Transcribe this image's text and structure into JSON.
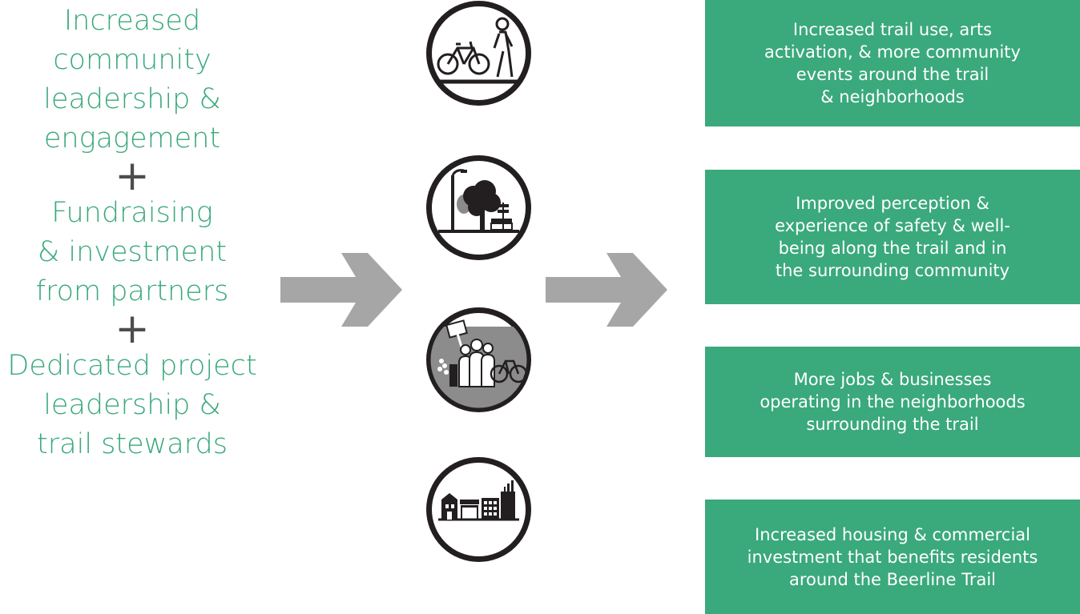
{
  "inputs": {
    "item1": "Increased\ncommunity\nleadership &\nengagement",
    "plus1": "+",
    "item2": "Fundraising\n& investment\nfrom partners",
    "plus2": "+",
    "item3": "Dedicated project\nleadership &\ntrail stewards"
  },
  "icons": [
    {
      "name": "bike-pedestrian-icon"
    },
    {
      "name": "park-streetlight-tree-bench-icon"
    },
    {
      "name": "community-people-sign-bike-icon"
    },
    {
      "name": "buildings-storefronts-icon"
    }
  ],
  "outcomes": [
    "Increased trail use, arts\nactivation, & more community\nevents around the trail\n& neighborhoods",
    "Improved perception  &\nexperience of safety & well-\nbeing along the trail and in\nthe surrounding community",
    "More jobs & businesses\noperating in the neighborhoods\nsurrounding the trail",
    "Increased housing & commercial\ninvestment that benefits residents\naround the Beerline Trail"
  ],
  "colors": {
    "accent_green": "#3aa97c",
    "arrow_gray": "#a6a6a6",
    "icon_dark": "#231f20",
    "plus_gray": "#4d4d4d"
  }
}
